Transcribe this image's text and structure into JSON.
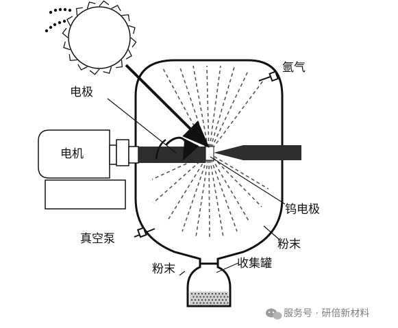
{
  "labels": {
    "electrode": "电极",
    "argon": "氩气",
    "motor": "电机",
    "tungsten_electrode": "钨电极",
    "vacuum_pump": "真空泵",
    "powder_right": "粉末",
    "powder_bottom": "粉末",
    "collector": "收集罐"
  },
  "watermark": {
    "text": "服务号 · 研倍新材料",
    "icon": "wechat-icon"
  }
}
